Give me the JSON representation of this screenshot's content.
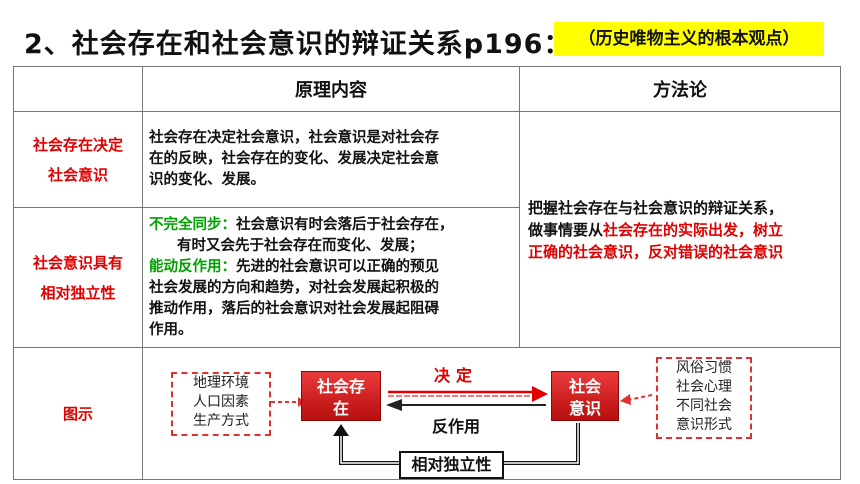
{
  "title": "2、社会存在和社会意识的辩证关系p196：",
  "title_tag": "（历史唯物主义的根本观点）",
  "table": {
    "headers": [
      "",
      "原理内容",
      "方法论"
    ],
    "row1_label": [
      "社会存在决定",
      "社会意识"
    ],
    "row1_content": [
      "社会存在决定社会意识，社会意识是对社会存",
      "在的反映，社会存在的变化、发展决定社会意",
      "识的变化、发展。"
    ],
    "row2_label": [
      "社会意识具有",
      "相对独立性"
    ],
    "row2_part1_head": "不完全同步：",
    "row2_part1_text": "社会意识有时会落后于社会存在，",
    "row2_part1_line2": "有时又会先于社会存在而变化、发展；",
    "row2_part2_head": "能动反作用：",
    "row2_part2_text": "先进的社会意识可以正确的预见",
    "row2_part2_lines": [
      "社会发展的方向和趋势，对社会发展起积极的",
      "推动作用，落后的社会意识对社会发展起阻碍",
      "作用。"
    ],
    "method_black1": "把握社会存在与社会意识的辩证关系，",
    "method_black2": "做事情要从",
    "method_red1": "社会存在的实际出发，树立",
    "method_red2": "正确的社会意识，反对错误的社会意识",
    "row3_label": "图示"
  },
  "diagram": {
    "left_box": [
      "地理环境",
      "人口因素",
      "生产方式"
    ],
    "existence": [
      "社会存",
      "在"
    ],
    "consciousness": [
      "社会",
      "意识"
    ],
    "right_box": [
      "风俗习惯",
      "社会心理",
      "不同社会",
      "意识形式"
    ],
    "decide": "决定",
    "react": "反作用",
    "relative": "相对独立性"
  },
  "colors": {
    "red": "#e00000",
    "green": "#00a000",
    "highlight": "#ffff00"
  }
}
